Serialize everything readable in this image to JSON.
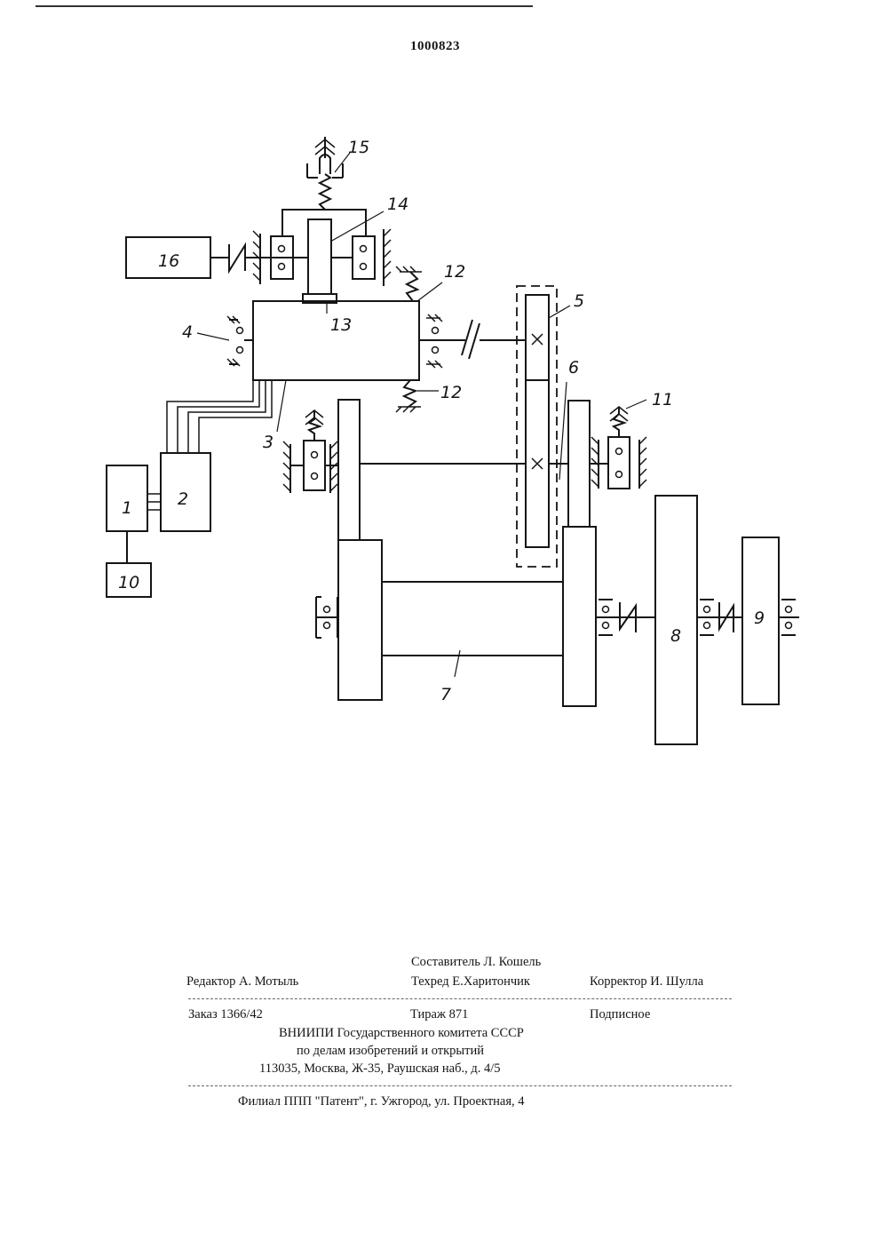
{
  "document": {
    "patent_number": "1000823"
  },
  "drawing": {
    "labels": {
      "l1": "1",
      "l2": "2",
      "l3": "3",
      "l4": "4",
      "l5": "5",
      "l6": "6",
      "l7": "7",
      "l8": "8",
      "l9": "9",
      "l10": "10",
      "l11": "11",
      "l12a": "12",
      "l12b": "12",
      "l13": "13",
      "l14": "14",
      "l15": "15",
      "l16": "16"
    }
  },
  "footer": {
    "composer": "Составитель Л. Кошель",
    "editor": "Редактор А. Мотыль",
    "techred": "Техред Е.Харитончик",
    "corrector": "Корректор И. Шулла",
    "order": "Заказ 1366/42",
    "circulation": "Тираж 871",
    "subscription": "Подписное",
    "org_line1": "ВНИИПИ Государственного комитета СССР",
    "org_line2": "по делам изобретений и открытий",
    "org_line3": "113035, Москва, Ж-35, Раушская наб., д. 4/5",
    "branch": "Филиал ППП \"Патент\", г. Ужгород, ул. Проектная, 4"
  }
}
